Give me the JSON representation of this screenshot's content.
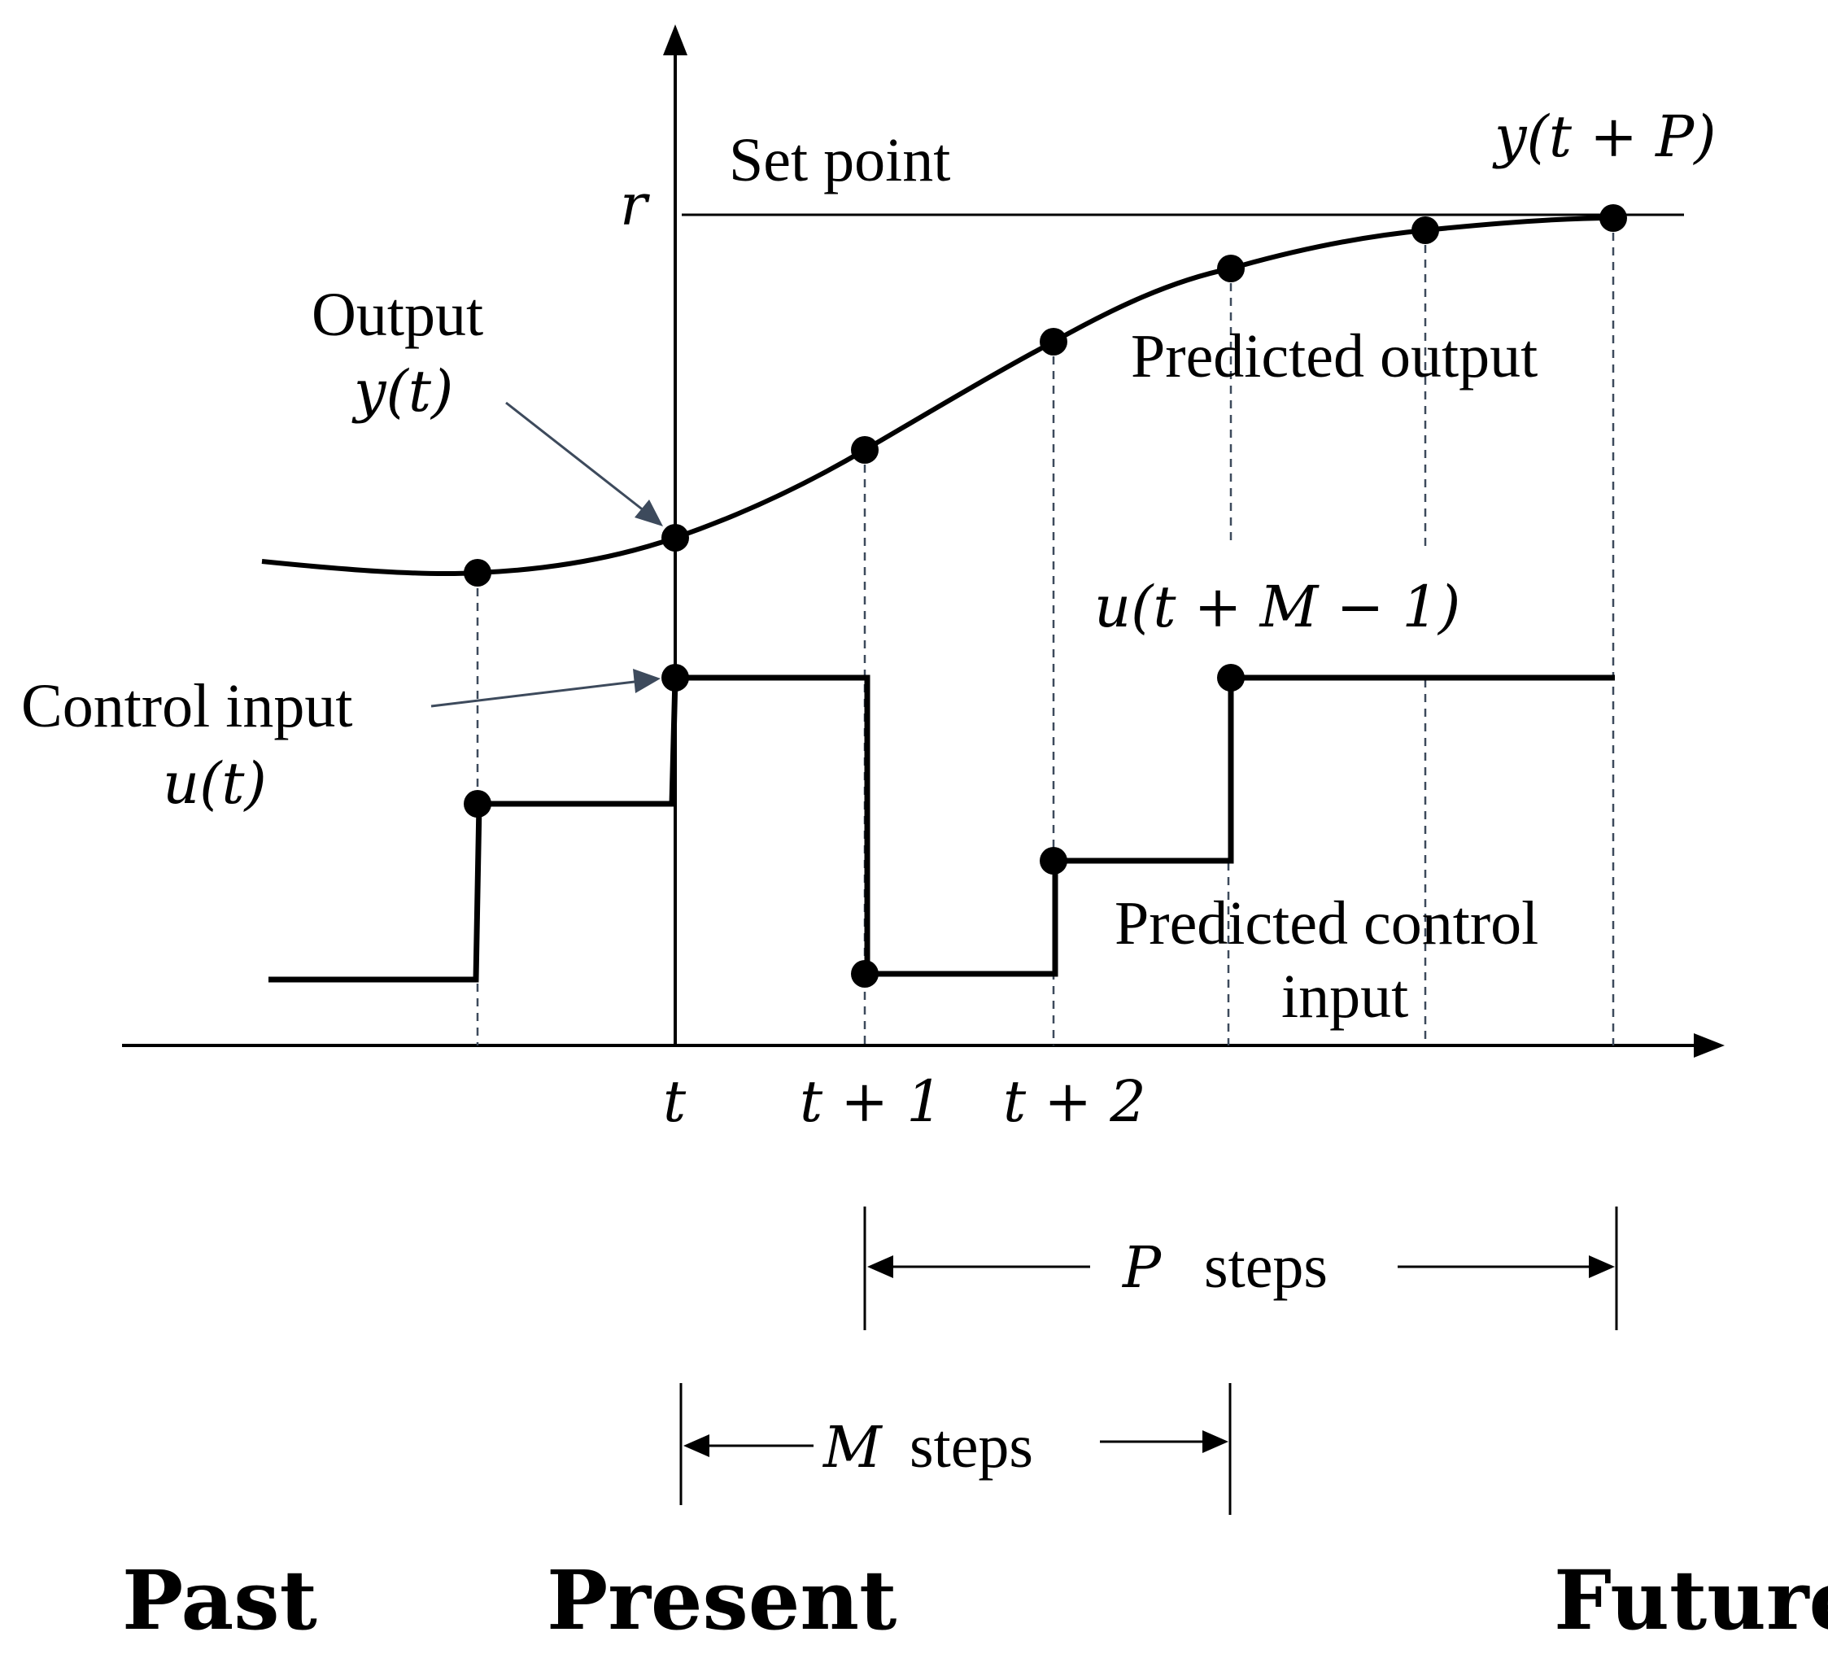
{
  "labels": {
    "set_point": "Set point",
    "r": "r",
    "y_tp": "y(t + P)",
    "output": "Output",
    "y_t": "y(t)",
    "predicted_output": "Predicted output",
    "u_tm1": "u(t + M − 1)",
    "control_input": "Control input",
    "u_t": "u(t)",
    "predicted_control_line1": "Predicted control",
    "predicted_control_line2": "input",
    "tick_t": "t",
    "tick_t1": "t + 1",
    "tick_t2": "t + 2",
    "p_var": "P",
    "p_steps": "steps",
    "m_var": "M",
    "m_steps": "steps",
    "past": "Past",
    "present": "Present",
    "future": "Future"
  },
  "colors": {
    "curve": "#000000",
    "guide": "#3d4a5c",
    "arrow": "#3d4a5c"
  }
}
